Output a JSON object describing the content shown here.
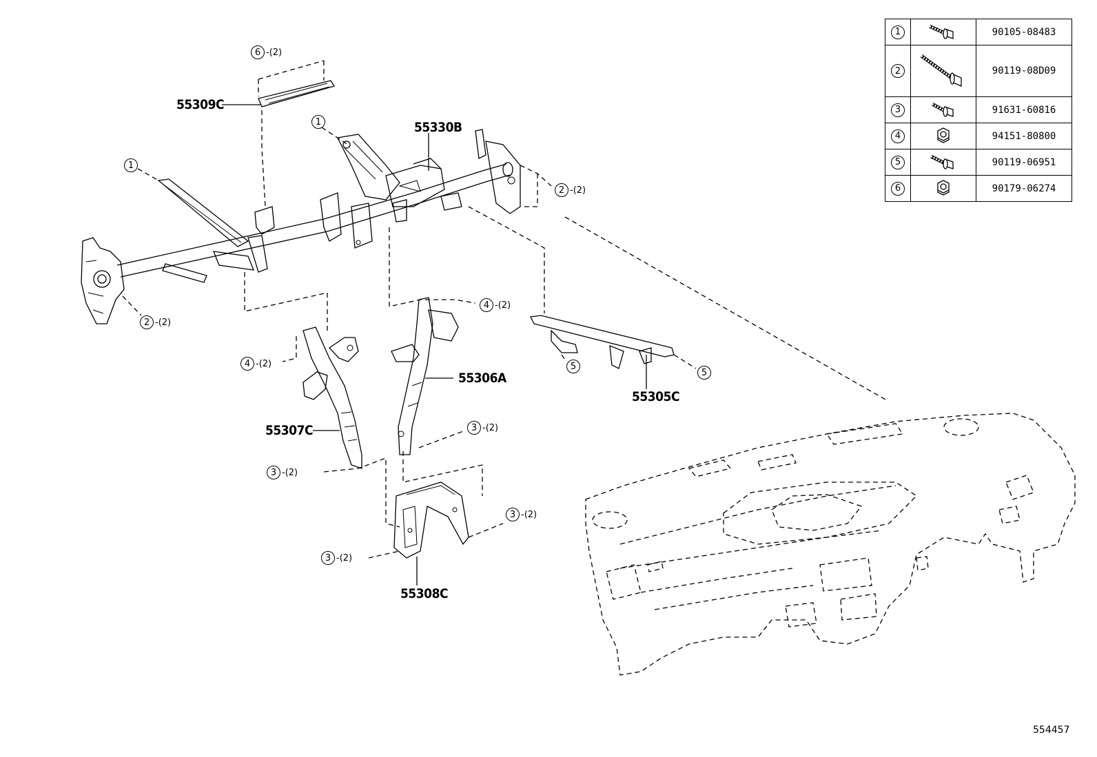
{
  "part_labels": {
    "p55309c": "55309C",
    "p55330b": "55330B",
    "p55306a": "55306A",
    "p55307c": "55307C",
    "p55305c": "55305C",
    "p55308c": "55308C"
  },
  "callouts": [
    {
      "num": "6",
      "qty": "-(2)"
    },
    {
      "num": "1",
      "qty": ""
    },
    {
      "num": "1",
      "qty": ""
    },
    {
      "num": "2",
      "qty": "-(2)"
    },
    {
      "num": "2",
      "qty": "-(2)"
    },
    {
      "num": "4",
      "qty": "-(2)"
    },
    {
      "num": "4",
      "qty": "-(2)"
    },
    {
      "num": "5",
      "qty": ""
    },
    {
      "num": "5",
      "qty": ""
    },
    {
      "num": "3",
      "qty": "-(2)"
    },
    {
      "num": "3",
      "qty": "-(2)"
    },
    {
      "num": "3",
      "qty": "-(2)"
    },
    {
      "num": "3",
      "qty": "-(2)"
    }
  ],
  "fastener_table": [
    {
      "num": "1",
      "icon": "flange-bolt-icon",
      "part": "90105-08483"
    },
    {
      "num": "2",
      "icon": "long-bolt-icon",
      "part": "90119-08D09"
    },
    {
      "num": "3",
      "icon": "flange-bolt-icon",
      "part": "91631-60816"
    },
    {
      "num": "4",
      "icon": "hex-nut-icon",
      "part": "94151-80800"
    },
    {
      "num": "5",
      "icon": "flange-bolt-icon",
      "part": "90119-06951"
    },
    {
      "num": "6",
      "icon": "hex-nut-icon",
      "part": "90179-06274"
    }
  ],
  "ref_id": "554457"
}
